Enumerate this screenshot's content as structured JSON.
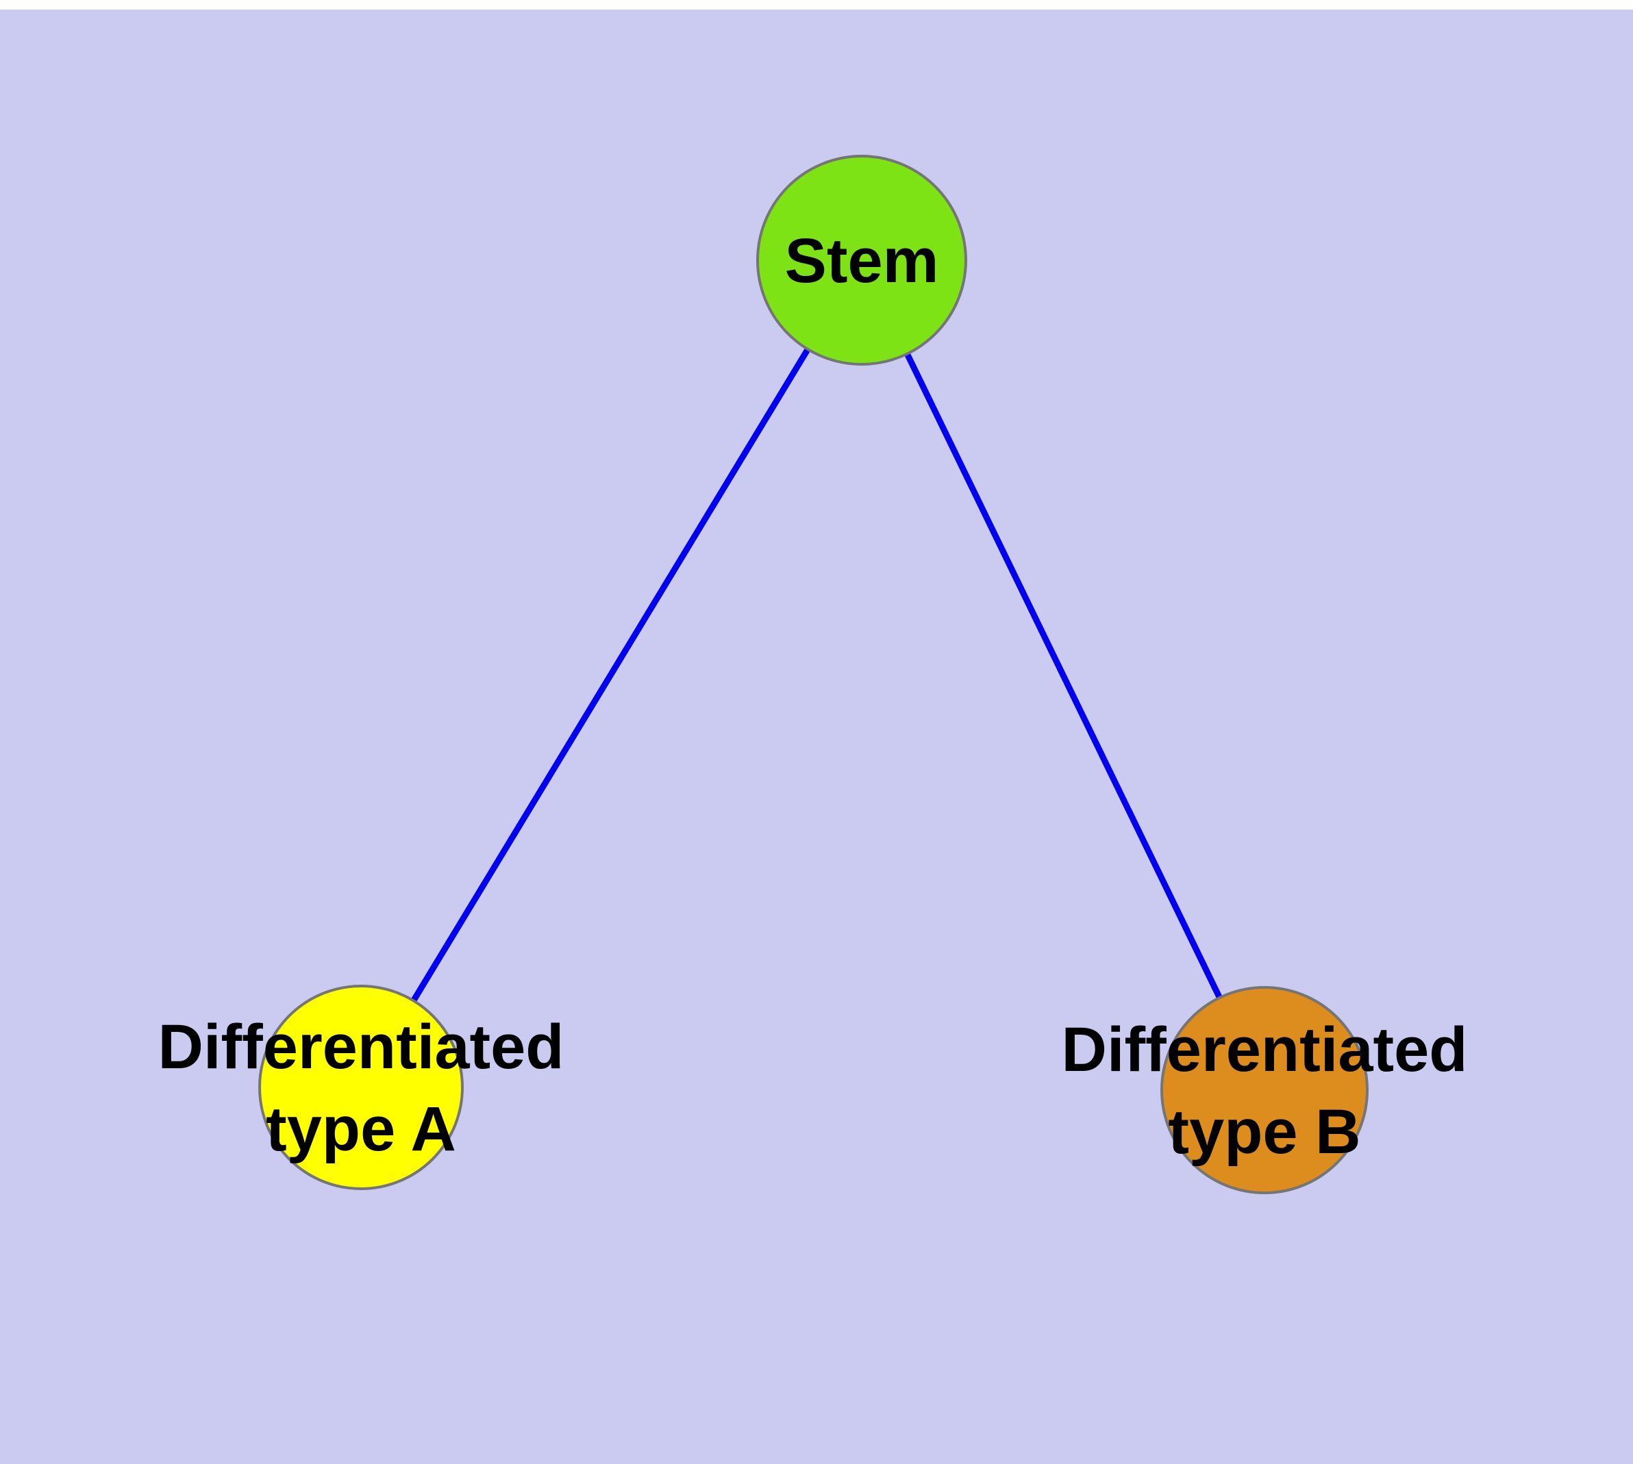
{
  "diagram": {
    "background_color": "#cbcbf2",
    "edge_color": "#0000ee",
    "node_border_color": "#757575",
    "label_color": "#000000",
    "nodes": [
      {
        "id": "stem",
        "label": "Stem",
        "label_lines": [
          "Stem"
        ],
        "fill": "#7de314"
      },
      {
        "id": "differentiated-type-a",
        "label": "Differentiated type A",
        "label_lines": [
          "Differentiated",
          "type A"
        ],
        "fill": "#ffff00"
      },
      {
        "id": "differentiated-type-b",
        "label": "Differentiated type B",
        "label_lines": [
          "Differentiated",
          "type B"
        ],
        "fill": "#dd8c1e"
      }
    ],
    "edges": [
      {
        "from": "Stem",
        "to": "Differentiated type A"
      },
      {
        "from": "Stem",
        "to": "Differentiated type B"
      }
    ]
  }
}
